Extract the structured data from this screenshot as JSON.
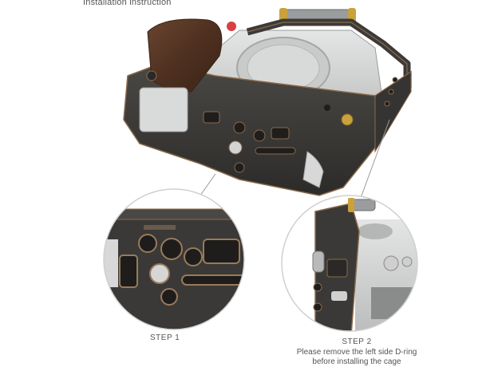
{
  "header": {
    "title": "Installation instruction"
  },
  "steps": [
    {
      "label": "STEP 1"
    },
    {
      "label": "STEP 2",
      "description_line1": "Please remove the left side D-ring",
      "description_line2": "before installing the cage"
    }
  ],
  "colors": {
    "cage_dark": "#3b3a38",
    "cage_edge": "#8a6a4a",
    "camera_silver": "#cfd0d0",
    "wood_grip": "#5a3b28",
    "gold_knob": "#c9a23a",
    "callout_line": "#9a9a9a"
  }
}
